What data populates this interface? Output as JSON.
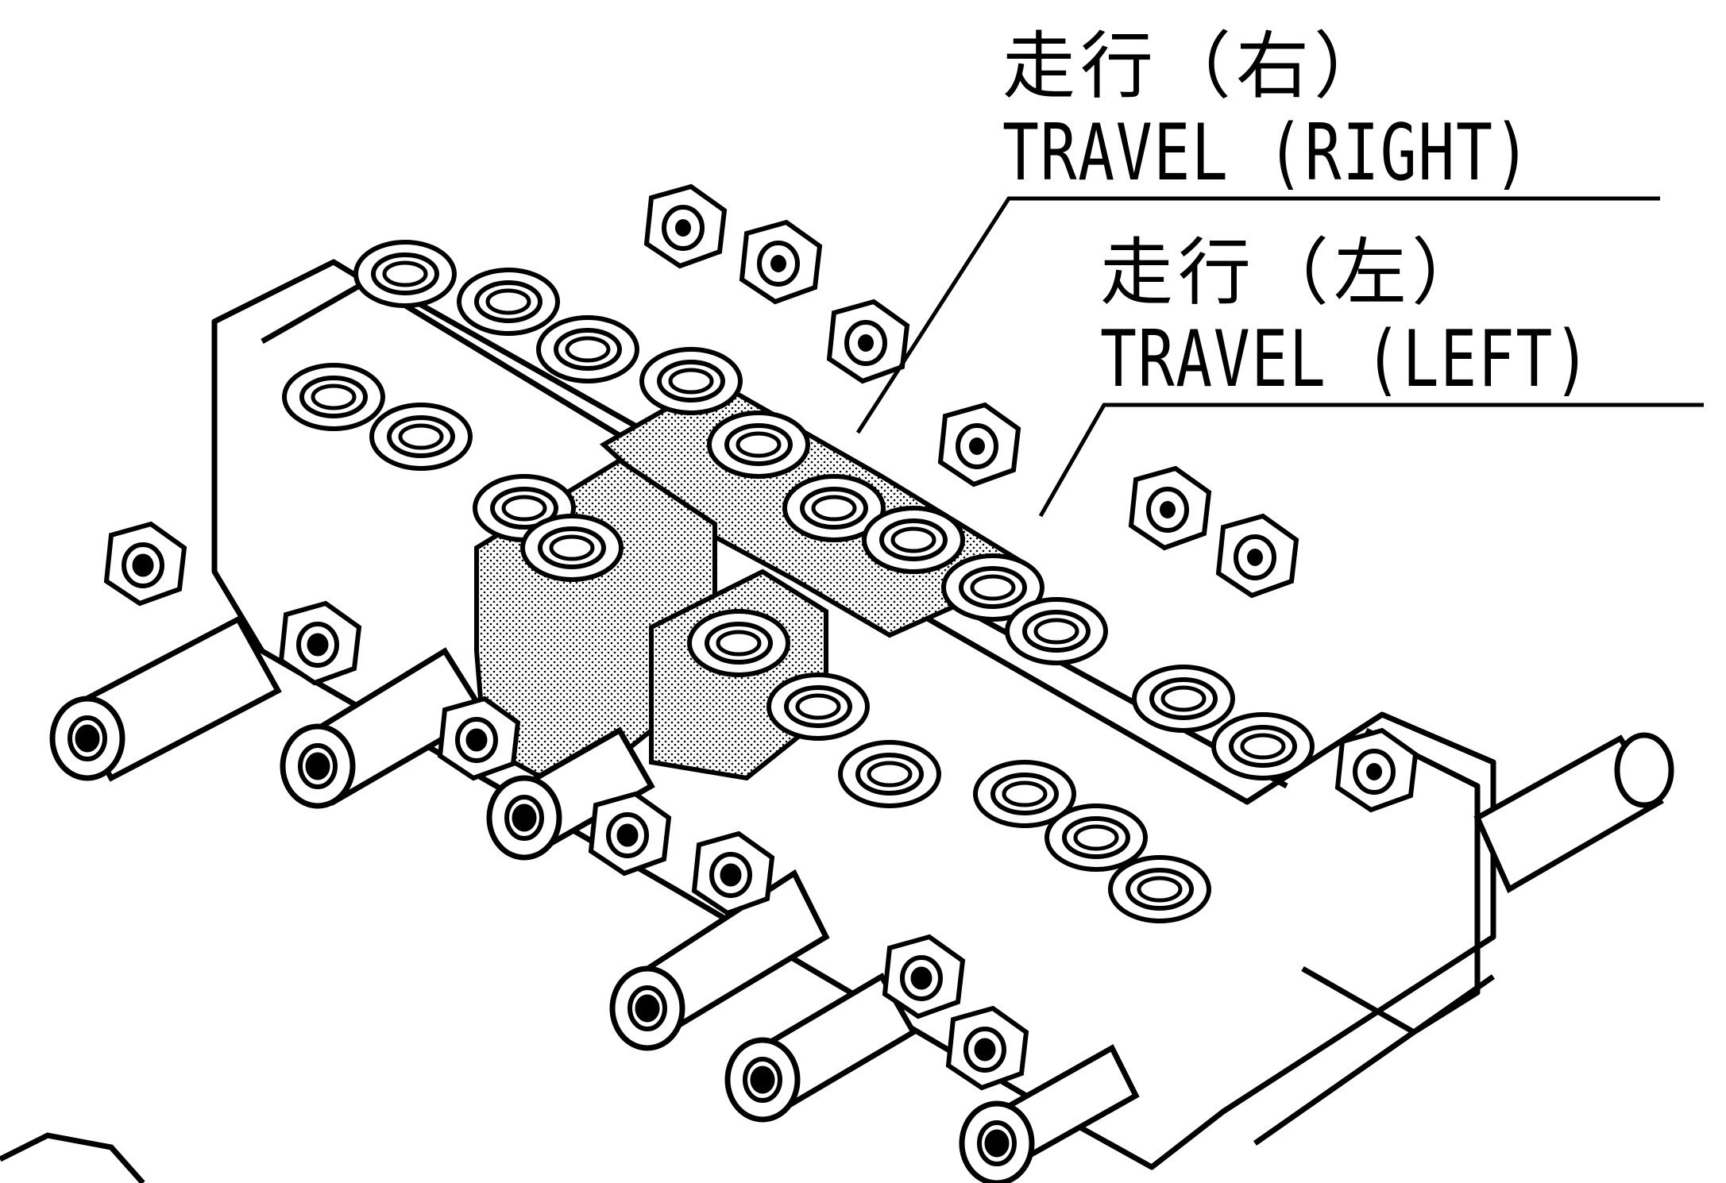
{
  "callouts": {
    "travel_right": {
      "ja": "走行（右）",
      "en": "TRAVEL (RIGHT)"
    },
    "travel_left": {
      "ja": "走行（左）",
      "en": "TRAVEL (LEFT)"
    }
  },
  "colors": {
    "line": "#000000",
    "background": "#ffffff",
    "highlight_stipple": "#d8d8d8"
  }
}
